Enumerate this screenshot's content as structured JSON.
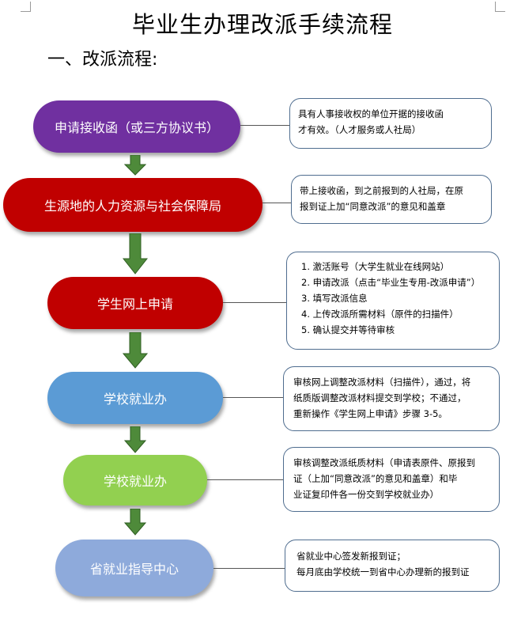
{
  "title": "毕业生办理改派手续流程",
  "subtitle": "一、改派流程:",
  "steps": [
    {
      "label": "申请接收函（或三方协议书）",
      "fill": "#7030a0",
      "note": [
        "具有人事接收权的单位开据的接收函",
        "才有效。（人才服务或人社局）"
      ]
    },
    {
      "label": "生源地的人力资源与社会保障局",
      "fill": "#c00000",
      "note": [
        "带上接收函，到之前报到的人社局，在原",
        "报到证上加“同意改派”的意见和盖章"
      ]
    },
    {
      "label": "学生网上申请",
      "fill": "#c00000",
      "note": [
        "1. 激活账号（大学生就业在线网站）",
        "2. 申请改派（点击“毕业生专用-改派申请”）",
        "3. 填写改派信息",
        "4. 上传改派所需材料（原件的扫描件）",
        "5. 确认提交并等待审核"
      ]
    },
    {
      "label": "学校就业办",
      "fill": "#5b9bd5",
      "note": [
        "审核网上调整改派材料（扫描件），通过，将",
        "纸质版调整改派材料提交到学校；不通过，",
        "重新操作《学生网上申请》步骤 3-5。"
      ]
    },
    {
      "label": "学校就业办",
      "fill": "#92d050",
      "note": [
        "审核调整改派纸质材料（申请表原件、原报到",
        "证（上加“同意改派”的意见和盖章）和毕",
        "业证复印件各一份交到学校就业办）"
      ]
    },
    {
      "label": "省就业指导中心",
      "fill": "#8eaadb",
      "note": [
        "省就业中心签发新报到证；",
        "每月底由学校统一到省中心办理新的报到证"
      ]
    }
  ],
  "colors": {
    "arrow": "#4e8a3a",
    "arrow_stroke": "#2f5d22",
    "note_border": "#4f6d8f"
  }
}
